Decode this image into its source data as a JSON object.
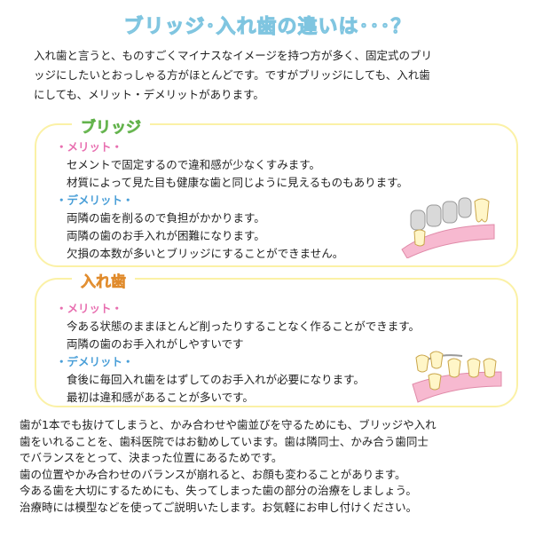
{
  "title": "ブリッジ･入れ歯の違いは･･･？",
  "intro": [
    "入れ歯と言うと、ものすごくマイナスなイメージを持つ方が多く、固定式のブリ",
    "ッジにしたいとおっしゃる方がほとんどです。ですがブリッジにしても、入れ歯",
    "にしても、メリット・デメリットがあります。"
  ],
  "bridge": {
    "title": "ブリッジ",
    "merit_label": "・メリット・",
    "merits": [
      "セメントで固定するので違和感が少なくすみます。",
      "材質によって見た目も健康な歯と同じように見えるものもあります。"
    ],
    "demerit_label": "・デメリット・",
    "demerits": [
      "両隣の歯を削るので負担がかかります。",
      "両隣の歯のお手入れが困難になります。",
      "欠損の本数が多いとブリッジにすることができません。"
    ]
  },
  "denture": {
    "title": "入れ歯",
    "merit_label": "・メリット・",
    "merits": [
      "今ある状態のままほとんど削ったりすることなく作ることができます。",
      "両隣の歯のお手入れがしやすいです"
    ],
    "demerit_label": "・デメリット・",
    "demerits": [
      "食後に毎回入れ歯をはずしてのお手入れが必要になります。",
      "最初は違和感があることが多いです。"
    ]
  },
  "footer": [
    "歯が1本でも抜けてしまうと、かみ合わせや歯並びを守るためにも、ブリッジや入れ",
    "歯をいれることを、歯科医院ではお勧めしています。歯は隣同士、かみ合う歯同士",
    "でバランスをとって、決まった位置にあるためです。",
    "歯の位置やかみ合わせのバランスが崩れると、お顔も変わることがあります。",
    "今ある歯を大切にするためにも、失ってしまった歯の部分の治療をしましょう。",
    "治療時には模型などを使ってご説明いたします。お気軽にお申し付けください。"
  ],
  "colors": {
    "title": "#bfe6f4",
    "panel_border": "#fbf1a6",
    "merit": "#e86fb0",
    "demerit": "#4a9fd8",
    "bridge_title": "#a4e08a",
    "denture_title": "#f7c47f"
  },
  "icons": [
    "bridge-illustration-icon",
    "denture-illustration-icon"
  ]
}
